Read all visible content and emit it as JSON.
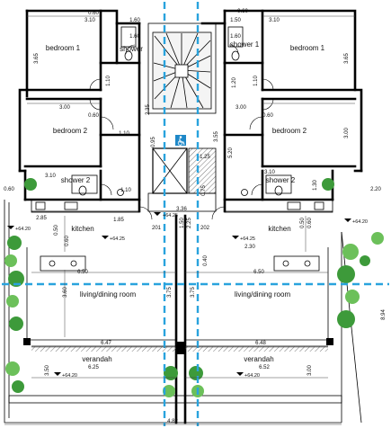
{
  "rooms": {
    "bedroom_1_left": "bedroom 1",
    "bedroom_1_right": "bedroom 1",
    "bedroom_2_left": "bedroom 2",
    "bedroom_2_right": "bedroom 2",
    "shower_left": "shower",
    "shower_right": "shower 1",
    "shower_2_left": "shower 2",
    "shower_2_right": "shower 2",
    "kitchen_left": "kitchen",
    "kitchen_right": "kitchen",
    "living_left": "living/dining room",
    "living_right": "living/dining room",
    "verandah_left": "verandah",
    "verandah_right": "verandah",
    "unit_201": "201",
    "unit_202": "202"
  },
  "dimensions": {
    "d_310_top_left": "3.10",
    "d_060_top_left": "0.60",
    "d_160_top_left": "1.60",
    "d_150_top_right": "1.50",
    "d_060_top_right": "0.60",
    "d_310_top_right": "3.10",
    "d_365_left": "3.65",
    "d_365_right": "3.65",
    "d_160_shower_left": "1.60",
    "d_160_shower_right": "1.60",
    "d_110_left_a": "1.10",
    "d_110_right_a": "1.10",
    "d_120_right": "1.20",
    "d_300_bed2_left": "3.00",
    "d_060_bed2_left": "0.60",
    "d_300_bed2_right": "3.00",
    "d_060_bed2_right": "0.60",
    "d_300_bed2_vert_right": "3.00",
    "d_110_left_b": "1.10",
    "d_235": "2.35",
    "d_095": "0.95",
    "d_355": "3.55",
    "d_520": "5.20",
    "d_125": "1.25",
    "d_310_sh2_left": "3.10",
    "d_310_sh2_right": "3.10",
    "d_060_left_edge": "0.60",
    "d_110_sh2": "1.10",
    "d_130_right": "1.30",
    "d_220_right": "2.20",
    "d_075": "0.75",
    "d_285": "2.85",
    "d_185": "1.85",
    "d_336": "3.36",
    "d_150_mid": "1.50",
    "d_225": "2.25",
    "d_230": "2.30",
    "d_050_k_left": "0.50",
    "d_050_k_right": "0.50",
    "d_060_k_left": "0.60",
    "d_060_k_right": "0.60",
    "d_040": "0.40",
    "d_650_left": "6.50",
    "d_650_right": "6.50",
    "d_360": "3.60",
    "d_375_a": "3.75",
    "d_375_b": "3.75",
    "d_647": "6.47",
    "d_648": "6.48",
    "d_625": "6.25",
    "d_652": "6.52",
    "d_350": "3.50",
    "d_300_verandah": "3.00",
    "d_894": "8.94",
    "d_482": "4.82"
  },
  "levels": {
    "lvl_6425_center": "+64.25",
    "lvl_6420_right_top": "+64.20",
    "lvl_6420_left": "+64.20",
    "lvl_6425_left_k": "+64.25",
    "lvl_6425_right_k": "+64.25",
    "lvl_6420_verandah": "+64.20",
    "lvl_6420_bottom": "+64.20"
  },
  "colors": {
    "axis": "#29a3dd",
    "vegetation": "#3d9a3a",
    "wall": "#000000"
  },
  "icons": {
    "accessibility": "wheelchair-icon"
  }
}
